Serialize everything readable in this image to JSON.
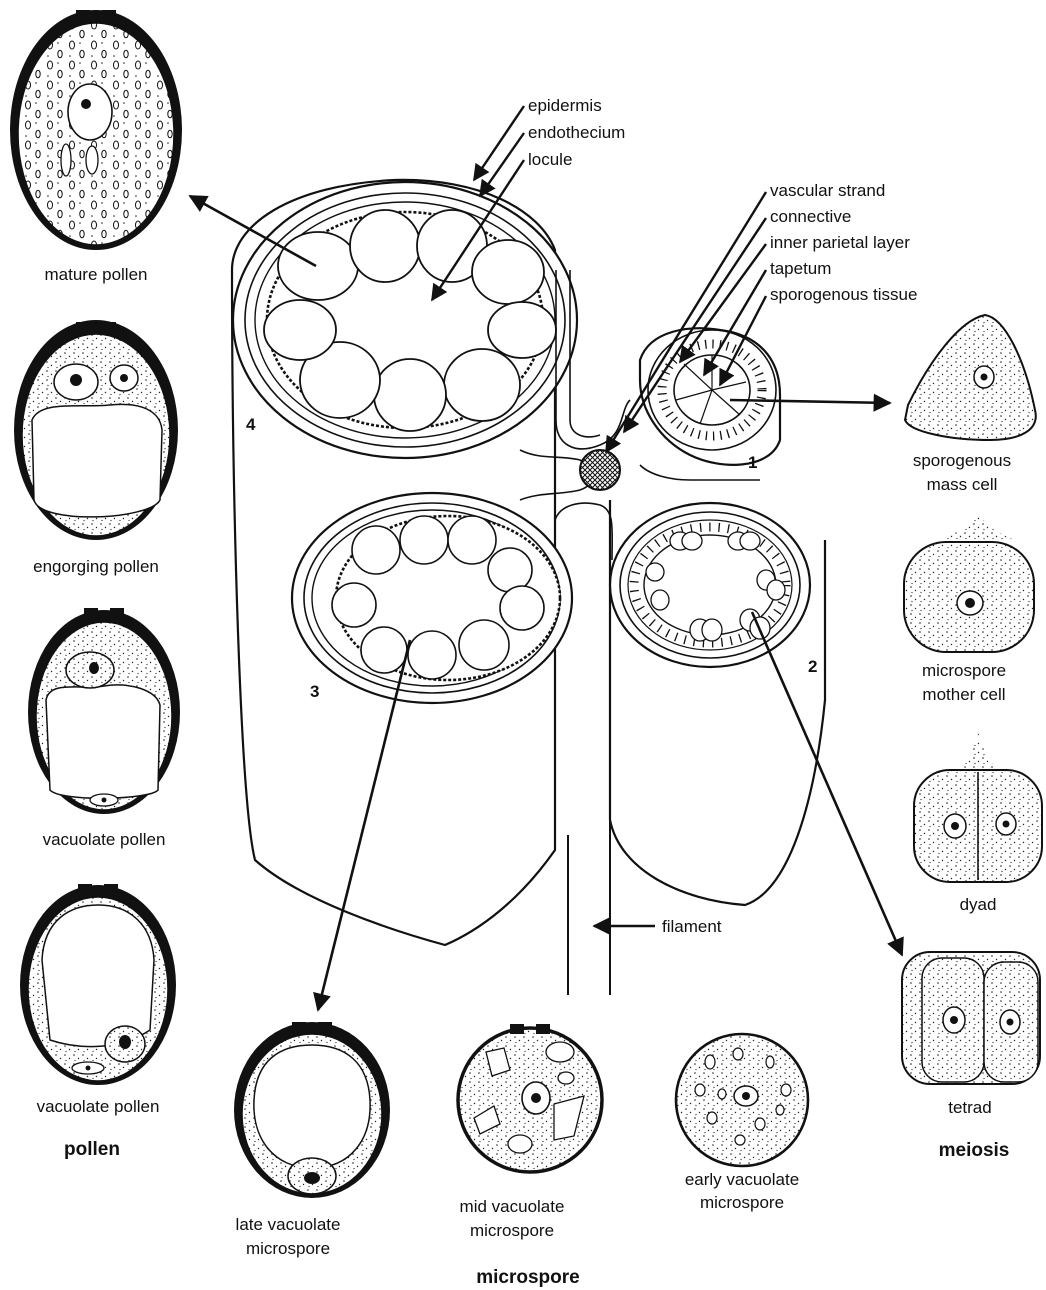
{
  "anther": {
    "wall_labels": [
      "epidermis",
      "endothecium",
      "locule"
    ],
    "tissue_labels": [
      "vascular strand",
      "connective",
      "inner parietal layer",
      "tapetum",
      "sporogenous tissue"
    ],
    "locule_numbers": [
      "1",
      "2",
      "3",
      "4"
    ],
    "filament_label": "filament"
  },
  "pollen": {
    "group_label": "pollen",
    "stages": [
      "mature pollen",
      "engorging pollen",
      "vacuolate pollen",
      "vacuolate pollen"
    ]
  },
  "microspore": {
    "group_label": "microspore",
    "stages": [
      [
        "late vacuolate",
        "microspore"
      ],
      [
        "mid vacuolate",
        "microspore"
      ],
      [
        "early vacuolate",
        "microspore"
      ]
    ]
  },
  "meiosis": {
    "group_label": "meiosis",
    "stages": [
      [
        "sporogenous",
        "mass cell"
      ],
      [
        "microspore",
        "mother cell"
      ],
      [
        "dyad"
      ],
      [
        "tetrad"
      ]
    ]
  }
}
